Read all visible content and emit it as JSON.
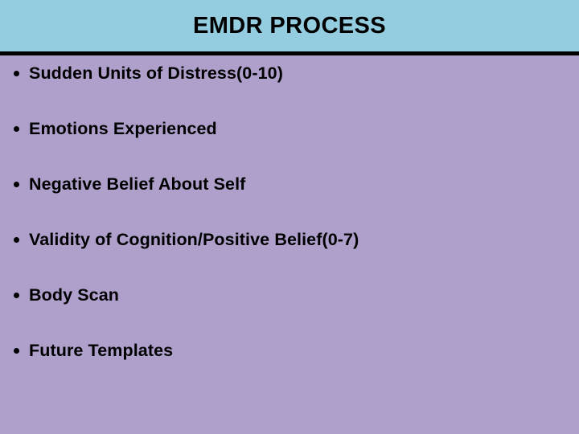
{
  "slide": {
    "title": "EMDR PROCESS",
    "colors": {
      "title_band": "#94cddf",
      "divider": "#000000",
      "body_background": "#aea0cb",
      "text": "#000000"
    },
    "bullets": [
      {
        "marker": "bullet-dot",
        "text": "Sudden Units of Distress(0-10)"
      },
      {
        "marker": "bullet-dot",
        "text": "Emotions Experienced"
      },
      {
        "marker": "bullet-dot",
        "text": "Negative Belief About Self"
      },
      {
        "marker": "bullet-dot",
        "text": "Validity of Cognition/Positive Belief(0-7)"
      },
      {
        "marker": "bullet-dot",
        "text": "Body Scan"
      },
      {
        "marker": "bullet-dot",
        "text": "Future Templates"
      }
    ]
  }
}
